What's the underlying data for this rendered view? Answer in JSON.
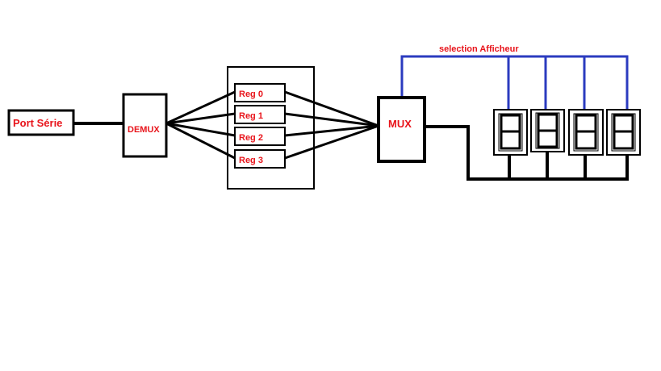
{
  "blocks": {
    "port": "Port Série",
    "demux": "DEMUX",
    "mux": "MUX",
    "registers": [
      "Reg 0",
      "Reg 1",
      "Reg 2",
      "Reg 3"
    ]
  },
  "select_bus": {
    "label": "selection Afficheur"
  },
  "displays": {
    "count": 4
  },
  "colors": {
    "line": "#000000",
    "label": "#e8141b",
    "select_bus": "#2b3bbf",
    "background": "#ffffff"
  }
}
